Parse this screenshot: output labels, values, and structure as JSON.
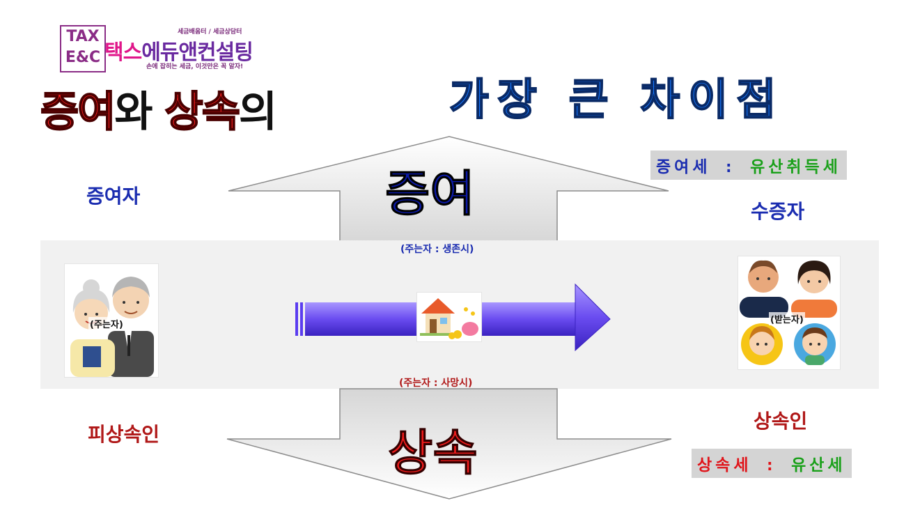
{
  "logo": {
    "box_line1": "TAX",
    "box_line2": "E&C",
    "tagline": "세금배움터 / 세금상담터",
    "name_part1": "택스",
    "name_part2": "에듀앤컨설팅",
    "slogan": "손에 잡히는 세금, 이것만은 꼭 알자!"
  },
  "title": {
    "left_part1": "증여",
    "left_part2": "와 ",
    "left_part3": "상속",
    "left_part4": "의",
    "right": "가장 큰 차이점"
  },
  "gift": {
    "big": "증여",
    "giver_label": "증여자",
    "receiver_label": "수증자",
    "timing": "(주는자 : 생존시)",
    "tax_name": "증여세",
    "tax_sep": ":",
    "tax_type": "유산취득세"
  },
  "inherit": {
    "big": "상속",
    "giver_label": "피상속인",
    "receiver_label": "상속인",
    "timing": "(주는자 : 사망시)",
    "tax_name": "상속세",
    "tax_sep": ":",
    "tax_type": "유산세"
  },
  "people": {
    "giver_tag": "(주는자)",
    "receiver_tag": "(받는자)"
  },
  "icons": [
    "grandparents-image",
    "house-money-icon",
    "family-faces-image",
    "transfer-arrow"
  ],
  "colors": {
    "gift_blue": "#1a2cb0",
    "inherit_red": "#b01818",
    "tax_green": "#1aa01a",
    "title_blue": "#1577ff",
    "arrow_purple": "#6a4cf0"
  }
}
